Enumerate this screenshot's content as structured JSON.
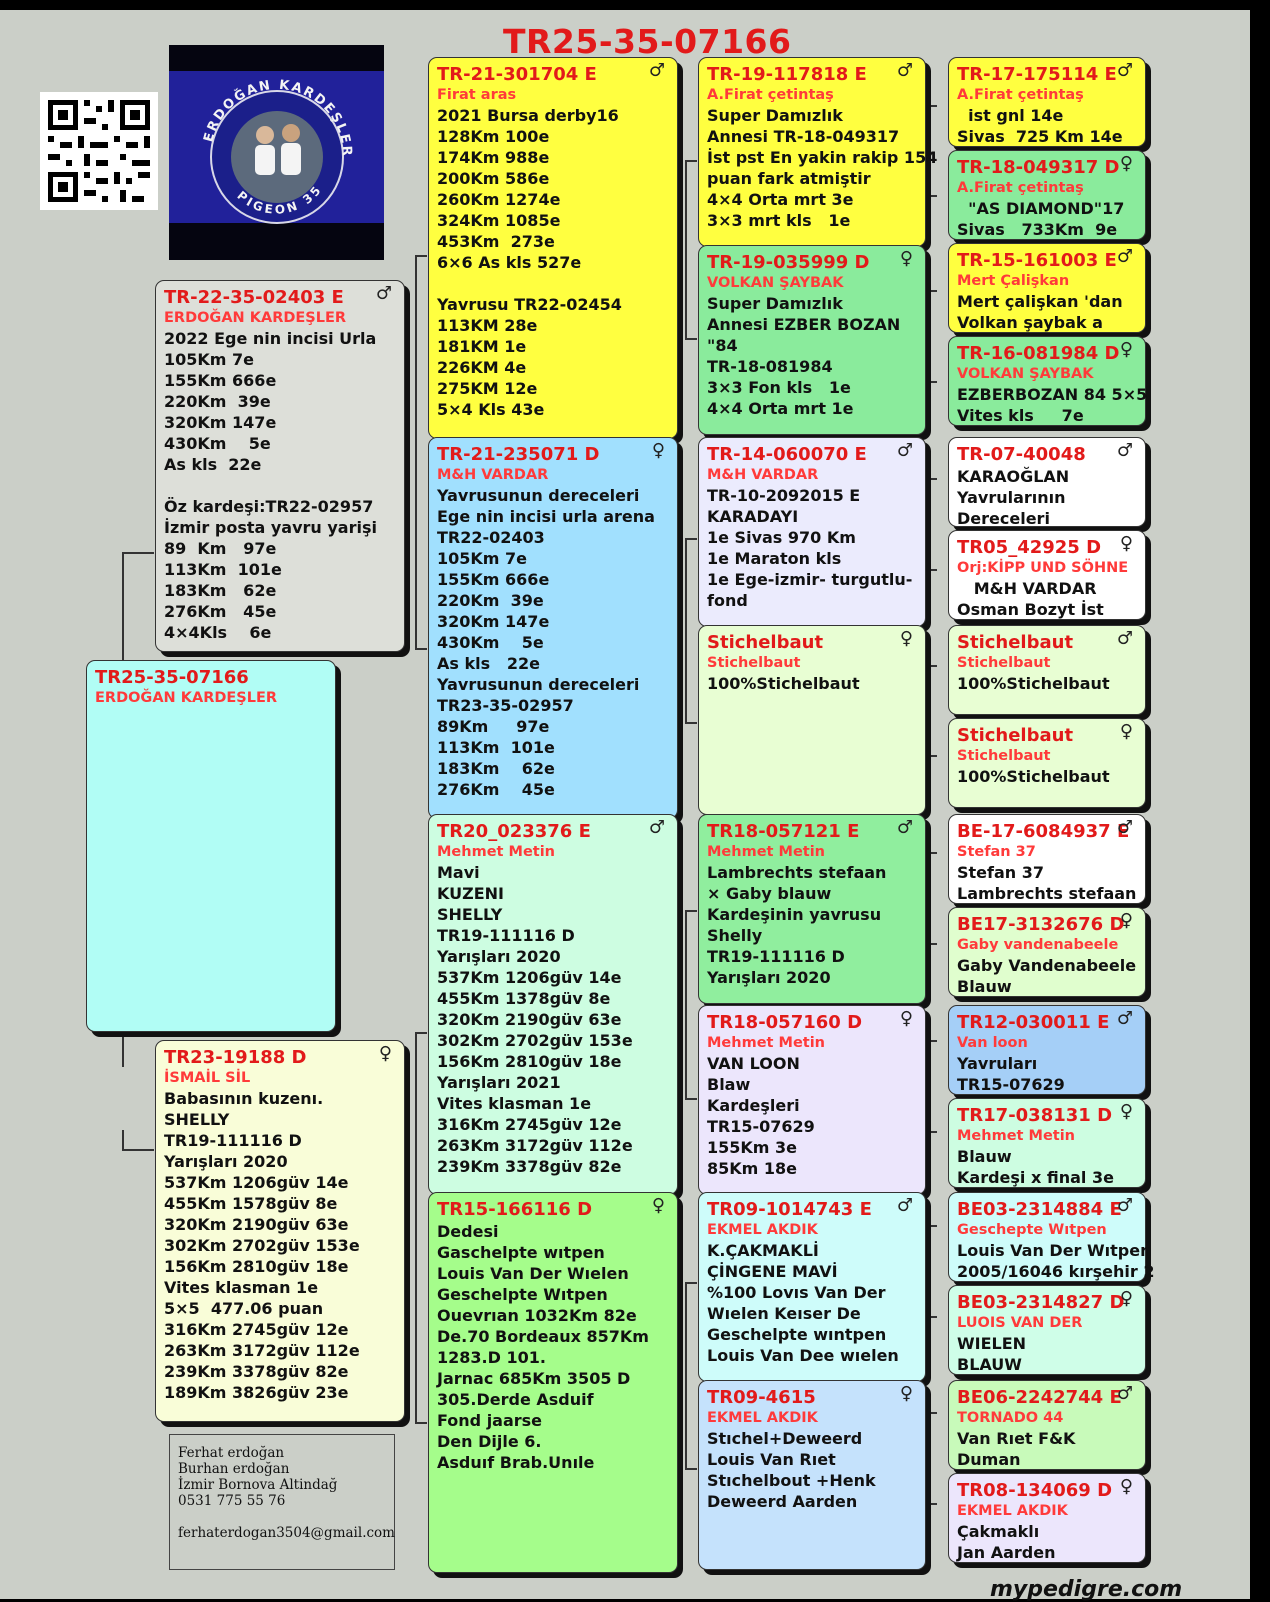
{
  "title": "TR25-35-07166",
  "footer": "mypedigre.com",
  "contact": [
    "Ferhat erdoğan",
    "Burhan erdoğan",
    "İzmir Bornova Altindağ",
    "0531 775 55 76",
    "",
    "ferhaterdogan3504@gmail.com"
  ],
  "logo": {
    "top_text": "ERDOĞAN KARDEŞLER",
    "bottom_text": "PIGEON 35"
  },
  "colors": {
    "id_red": "#e21a1a",
    "owner_red": "#ff3a3a",
    "male_symbol": "♂",
    "female_symbol": "♀"
  },
  "cards": [
    {
      "id": "TR25-35-07166",
      "owner": "ERDOĞAN KARDEŞLER",
      "sex": "",
      "lines": []
    },
    {
      "id": "TR-22-35-02403 E",
      "owner": "ERDOĞAN KARDEŞLER",
      "sex": "♂",
      "lines": [
        "2022 Ege nin incisi Urla",
        "105Km 7e",
        "155Km 666e",
        "220Km  39e",
        "320Km 147e",
        "430Km    5e",
        "As kls  22e",
        "",
        "Öz kardeşi:TR22-02957",
        "İzmir posta yavru yarişi",
        "89  Km   97e",
        "113Km  101e",
        "183Km   62e",
        "276Km   45e",
        "4×4Kls    6e"
      ]
    },
    {
      "id": "TR23-19188 D",
      "owner": "İSMAİL SİL",
      "sex": "♀",
      "lines": [
        "Babasının kuzenı.",
        "SHELLY",
        "TR19-111116 D",
        "Yarışları 2020",
        "537Km 1206güv 14e",
        "455Km 1578güv 8e",
        "320Km 2190güv 63e",
        "302Km 2702güv 153e",
        "156Km 2810güv 18e",
        "Vites klasman 1e",
        "5×5  477.06 puan",
        "316Km 2745güv 12e",
        "263Km 3172güv 112e",
        "239Km 3378güv 82e",
        "189Km 3826güv 23e"
      ]
    },
    {
      "id": "TR-21-301704 E",
      "owner": "Firat aras",
      "sex": "♂",
      "lines": [
        "2021 Bursa derby16",
        "128Km 100e",
        "174Km 988e",
        "200Km 586e",
        "260Km 1274e",
        "324Km 1085e",
        "453Km  273e",
        "6×6 As kls 527e",
        "",
        "Yavrusu TR22-02454",
        "113KM 28e",
        "181KM 1e",
        "226KM 4e",
        "275KM 12e",
        "5×4 Kls 43e"
      ]
    },
    {
      "id": "TR-21-235071 D",
      "owner": "M&H VARDAR",
      "sex": "♀",
      "lines": [
        "Yavrusunun dereceleri",
        "Ege nin incisi urla arena",
        "TR22-02403",
        "105Km 7e",
        "155Km 666e",
        "220Km  39e",
        "320Km 147e",
        "430Km    5e",
        "As kls   22e",
        "Yavrusunun dereceleri",
        "TR23-35-02957",
        "89Km     97e",
        "113Km  101e",
        "183Km    62e",
        "276Km    45e"
      ]
    },
    {
      "id": "TR20_023376 E",
      "owner": "Mehmet Metin",
      "sex": "♂",
      "lines": [
        "Mavi",
        "KUZENI",
        "SHELLY",
        "TR19-111116 D",
        "Yarışları 2020",
        "537Km 1206güv 14e",
        "455Km 1378güv 8e",
        "320Km 2190güv 63e",
        "302Km 2702güv 153e",
        "156Km 2810güv 18e",
        "Yarışları 2021",
        "Vites klasman 1e",
        "316Km 2745güv 12e",
        "263Km 3172güv 112e",
        "239Km 3378güv 82e"
      ]
    },
    {
      "id": "TR15-166116 D",
      "owner": "",
      "sex": "♀",
      "lines": [
        "Dedesi",
        "Gaschelpte wıtpen",
        "Louis Van Der Wıelen",
        "Geschelpte Wıtpen",
        "Ouevrıan 1032Km 82e",
        "De.70 Bordeaux 857Km",
        "1283.D 101.",
        "Jarnac 685Km 3505 D",
        "305.Derde Asduif",
        "Fond jaarse",
        "Den Dijle 6.",
        "Asduıf Brab.Unıle"
      ]
    },
    {
      "id": "TR-19-117818 E",
      "owner": "A.Firat çetintaş",
      "sex": "♂",
      "lines": [
        "Super Damızlık",
        "Annesi TR-18-049317",
        "İst pst En yakin rakip 154",
        "puan fark atmiştir",
        "4×4 Orta mrt 3e",
        "3×3 mrt kls   1e"
      ]
    },
    {
      "id": "TR-19-035999 D",
      "owner": "VOLKAN ŞAYBAK",
      "sex": "♀",
      "lines": [
        "Super Damızlık",
        "Annesi EZBER BOZAN",
        "\"84",
        "TR-18-081984",
        "3×3 Fon kls   1e",
        "4×4 Orta mrt 1e"
      ]
    },
    {
      "id": "TR-14-060070 E",
      "owner": "M&H VARDAR",
      "sex": "♂",
      "lines": [
        "TR-10-2092015 E",
        "KARADAYI",
        "1e Sivas 970 Km",
        "1e Maraton kls",
        "1e Ege-izmir- turgutlu-",
        "fond"
      ]
    },
    {
      "id": "Stichelbaut",
      "owner": "Stichelbaut",
      "sex": "♀",
      "lines": [
        "100%Stichelbaut"
      ]
    },
    {
      "id": "TR18-057121 E",
      "owner": "Mehmet Metin",
      "sex": "♂",
      "lines": [
        "Lambrechts stefaan",
        "× Gaby blauw",
        "Kardeşinin yavrusu",
        "Shelly",
        "TR19-111116 D",
        "Yarışları 2020"
      ]
    },
    {
      "id": "TR18-057160 D",
      "owner": "Mehmet Metin",
      "sex": "♀",
      "lines": [
        "VAN LOON",
        "Blaw",
        "Kardeşleri",
        "TR15-07629",
        "155Km 3e",
        "85Km 18e"
      ]
    },
    {
      "id": "TR09-1014743 E",
      "owner": "EKMEL AKDIK",
      "sex": "♂",
      "lines": [
        "K.ÇAKMAKLİ",
        "ÇİNGENE MAVİ",
        "%100 Lovıs Van Der",
        "Wıelen Keıser De",
        "Geschelpte wıntpen",
        "Louis Van Dee wıelen"
      ]
    },
    {
      "id": "TR09-4615",
      "owner": "EKMEL AKDIK",
      "sex": "♀",
      "lines": [
        "Stıchel+Deweerd",
        "Louis Van Rıet",
        "Stıchelbout +Henk",
        "Deweerd Aarden"
      ]
    },
    {
      "id": "TR-17-175114 E",
      "owner": "A.Firat çetintaş",
      "sex": "♂",
      "lines": [
        "  ist gnl 14e",
        "Sivas  725 Km 14e"
      ]
    },
    {
      "id": "TR-18-049317 D",
      "owner": "A.Firat çetintaş",
      "sex": "♀",
      "lines": [
        "  \"AS DIAMOND\"17",
        "Sivas   733Km  9e"
      ]
    },
    {
      "id": "TR-15-161003 E",
      "owner": "Mert Çalişkan",
      "sex": "♂",
      "lines": [
        "Mert çalişkan 'dan",
        "Volkan şaybak a"
      ]
    },
    {
      "id": "TR-16-081984 D",
      "owner": "VOLKAN ŞAYBAK",
      "sex": "♀",
      "lines": [
        "EZBERBOZAN 84 5×5",
        "Vites kls     7e"
      ]
    },
    {
      "id": "TR-07-40048",
      "owner": "",
      "sex": "♂",
      "lines": [
        "KARAOĞLAN",
        "Yavrularının",
        "Dereceleri"
      ]
    },
    {
      "id": "TR05_42925 D",
      "owner": "Orj:KİPP UND SÖHNE",
      "sex": "♀",
      "lines": [
        "   M&H VARDAR",
        "Osman Bozyt İst"
      ]
    },
    {
      "id": "Stichelbaut",
      "owner": "Stichelbaut",
      "sex": "♂",
      "lines": [
        "100%Stichelbaut"
      ]
    },
    {
      "id": "Stichelbaut",
      "owner": "Stichelbaut",
      "sex": "♀",
      "lines": [
        "100%Stichelbaut"
      ]
    },
    {
      "id": "BE-17-6084937 E",
      "owner": "Stefan 37",
      "sex": "♂",
      "lines": [
        "Stefan 37",
        "Lambrechts stefaan"
      ]
    },
    {
      "id": "BE17-3132676 D",
      "owner": "Gaby vandenabeele",
      "sex": "♀",
      "lines": [
        "Gaby Vandenabeele",
        "Blauw"
      ]
    },
    {
      "id": "TR12-030011 E",
      "owner": "Van loon",
      "sex": "♂",
      "lines": [
        "Yavruları",
        "TR15-07629"
      ]
    },
    {
      "id": "TR17-038131 D",
      "owner": "Mehmet Metin",
      "sex": "♀",
      "lines": [
        "Blauw",
        "Kardeşi x final 3e"
      ]
    },
    {
      "id": "BE03-2314884 E",
      "owner": "Geschepte Wıtpen",
      "sex": "♂",
      "lines": [
        "Louis Van Der Wıtpen",
        "2005/16046 kırşehir 2"
      ]
    },
    {
      "id": "BE03-2314827 D",
      "owner": "LUOIS VAN DER",
      "sex": "♀",
      "lines": [
        "WIELEN",
        "BLAUW"
      ]
    },
    {
      "id": "BE06-2242744 E",
      "owner": "TORNADO 44",
      "sex": "♂",
      "lines": [
        "Van Rıet F&K",
        "Duman"
      ]
    },
    {
      "id": "TR08-134069 D",
      "owner": "EKMEL AKDIK",
      "sex": "♀",
      "lines": [
        "Çakmaklı",
        "Jan Aarden"
      ]
    }
  ]
}
